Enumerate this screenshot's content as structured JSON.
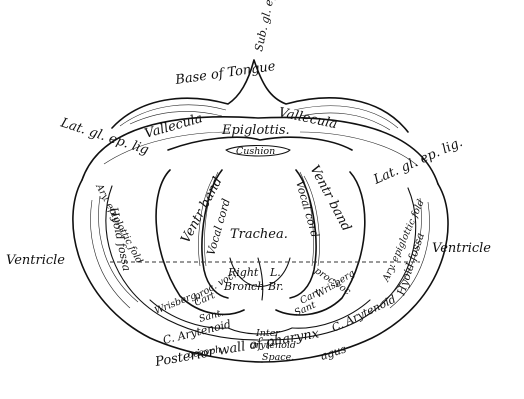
{
  "figure": {
    "labels": {
      "subglottic_lig": "Sub. gl. ep. lig",
      "base_of_tongue": "Base of Tongue",
      "vallecula_left": "Vallecula",
      "vallecula_right": "Vallecula",
      "epiglottis": "Epiglottis.",
      "cushion": "Cushion",
      "lat_gl_ep_lig_left": "Lat. gl. ep. lig",
      "lat_gl_ep_lig_right": "Lat. gl. ep. lig.",
      "ary_epiglottic_fold_left": "Ary. epiglottic fold",
      "ary_epiglottic_fold_right": "Ary. epiglottic fold",
      "ventr_band_left": "Ventr band",
      "ventr_band_right": "Ventr band",
      "vocal_cord_left": "Vocal cord",
      "vocal_cord_right": "Vocal cord",
      "trachea": "Trachea.",
      "right_bronch_1": "Right",
      "right_bronch_2": "Bronch",
      "left_bronch_1": "L.",
      "left_bronch_2": "Br.",
      "hyoid_fossa_left": "Hyoid fossa",
      "hyoid_fossa_right": "Hyoid fossa",
      "ventricle_left": "Ventricle",
      "ventricle_right": "Ventricle",
      "proc_voc_left": "proc. voc.",
      "proc_voc_right": "proc voc",
      "cart_left": "Cart",
      "cart_right": "Cart",
      "wrisberg_left": "Wrisberg",
      "wrisberg_right": "Wrisberg",
      "sant_left": "Sant.",
      "sant_right": "Sant",
      "c_arytenoid_left": "C. Arytenoid",
      "c_arytenoid_right": "C. Arytenoid",
      "inter": "Inter",
      "arytenoid": "arytenoid",
      "space": "Space.",
      "oesoph": "oesoph.",
      "agus": "agus",
      "posterior_wall": "Posterior wall of pharynx"
    }
  }
}
